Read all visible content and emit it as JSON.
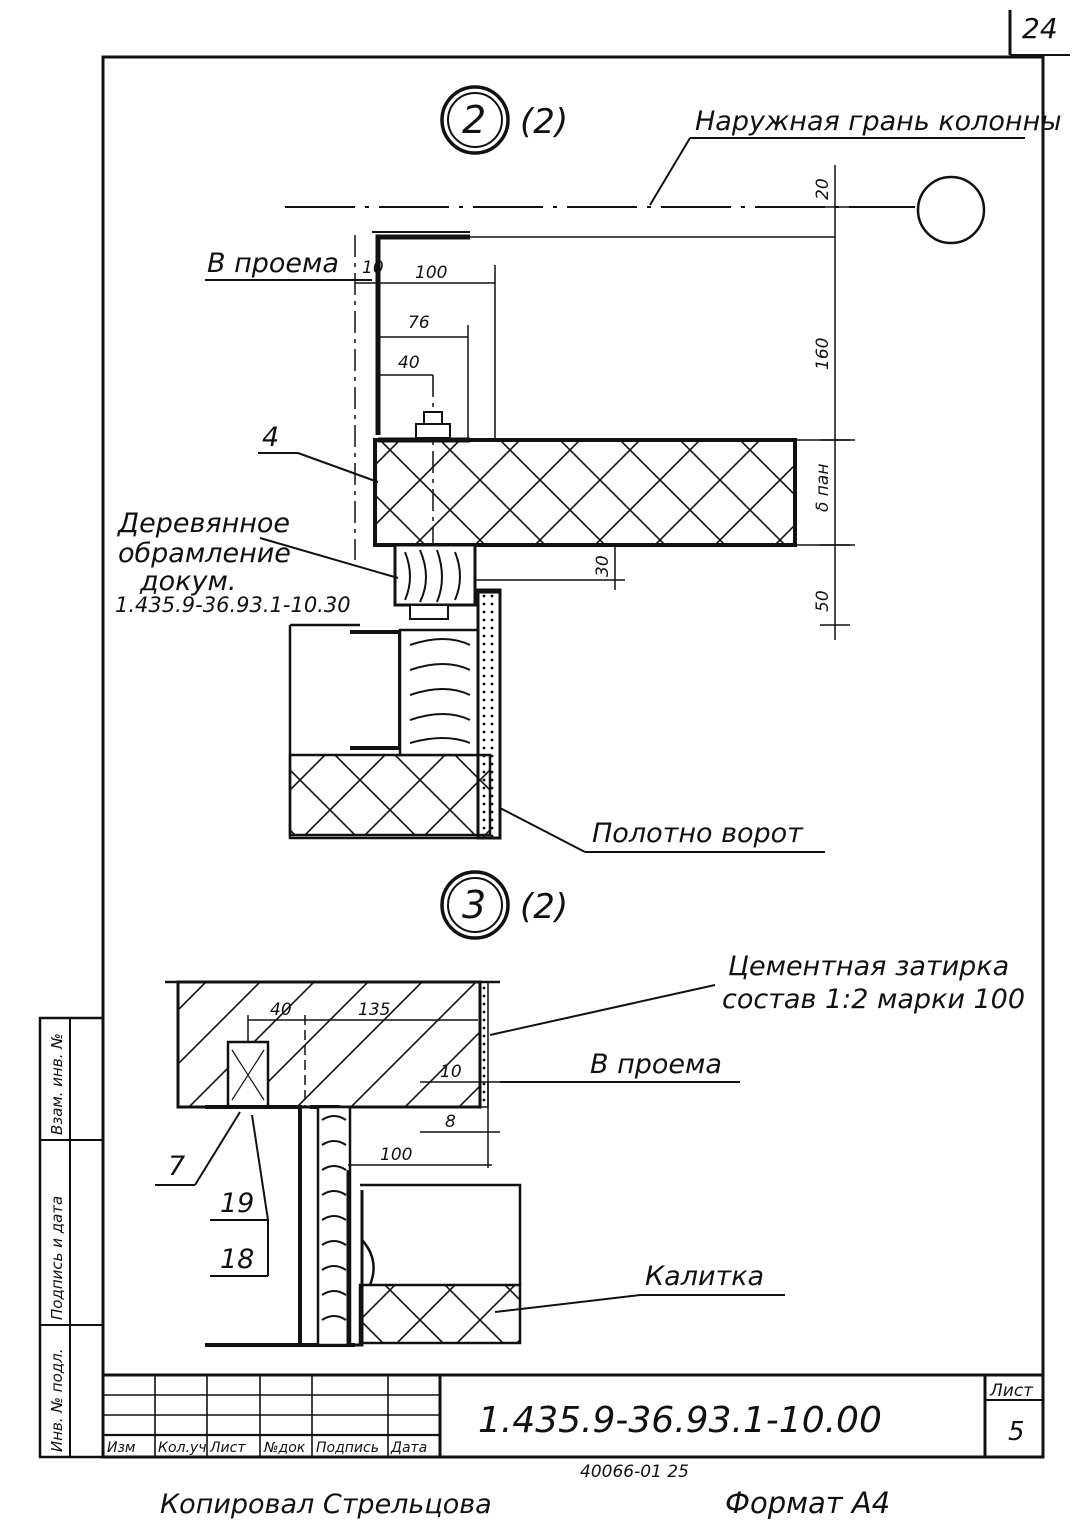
{
  "sheet_corner_number": "24",
  "detail_2": {
    "mark": "2",
    "ref": "(2)",
    "label_outer_face": "Наружная грань колонны",
    "label_opening": "В проема",
    "label_item": "4",
    "label_wood_frame_1": "Деревянное",
    "label_wood_frame_2": "обрамление",
    "label_wood_frame_3": "докум.",
    "label_wood_frame_4": "1.435.9-36.93.1-10.30",
    "label_leaf": "Полотно ворот",
    "dims": {
      "d10": "10",
      "d100": "100",
      "d76": "76",
      "d40": "40",
      "d20": "20",
      "d160": "160",
      "dpan": "δ пан",
      "d30": "30",
      "d50": "50"
    }
  },
  "detail_3": {
    "mark": "3",
    "ref": "(2)",
    "label_cement_1": "Цементная затирка",
    "label_cement_2": "состав 1:2 марки 100",
    "label_opening": "В проема",
    "label_wicket": "Калитка",
    "label_7": "7",
    "label_19": "19",
    "label_18": "18",
    "dims": {
      "d40": "40",
      "d135": "135",
      "d10": "10",
      "d8": "8",
      "d100": "100"
    }
  },
  "side_stamp": {
    "col1": "Инв. № подл.",
    "col2": "Подпись и дата",
    "col3": "Взам. инв. №"
  },
  "title_block": {
    "headers": [
      "Изм",
      "Кол.уч",
      "Лист",
      "№док",
      "Подпись",
      "Дата"
    ],
    "doc_code": "1.435.9-36.93.1-10.00",
    "sheet_label": "Лист",
    "sheet_number": "5"
  },
  "below_frame_code": "40066-01 25",
  "copied_by": "Копировал Стрельцова",
  "format": "Формат А4"
}
